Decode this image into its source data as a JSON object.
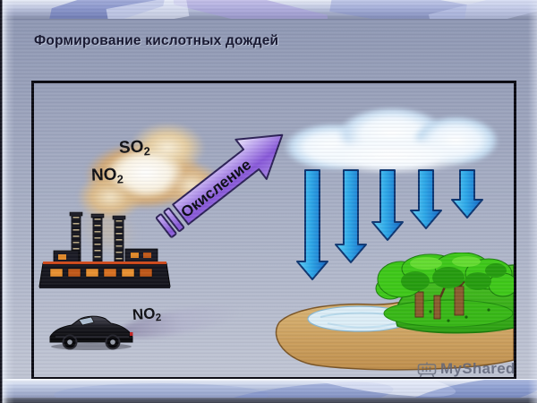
{
  "slide": {
    "title": "Формирование кислотных дождей"
  },
  "diagram": {
    "smog_cloud": {
      "so2": {
        "base": "SO",
        "sub": "2"
      },
      "no2": {
        "base": "NO",
        "sub": "2"
      }
    },
    "oxidation_arrow": {
      "label": "Окисление"
    },
    "car_emission": {
      "no2": {
        "base": "NO",
        "sub": "2"
      }
    }
  },
  "watermark": {
    "icon": "projector-icon",
    "label": "MyShared"
  },
  "colors": {
    "title_text": "#15152e",
    "background_top": "#8d96b2",
    "background_bottom": "#c0c5d4",
    "box_border": "#0a0a12",
    "oxidation_arrow_fill": "#9a7ade",
    "rain_arrow_fill": "#2da8e8",
    "smog_cloud": "#d2a874",
    "rain_cloud": "#f4faff",
    "water": "#ddeef7",
    "grass": "#3ec818",
    "soil": "#d2a565",
    "label_text": "#101014",
    "watermark_text": "#61667a"
  }
}
